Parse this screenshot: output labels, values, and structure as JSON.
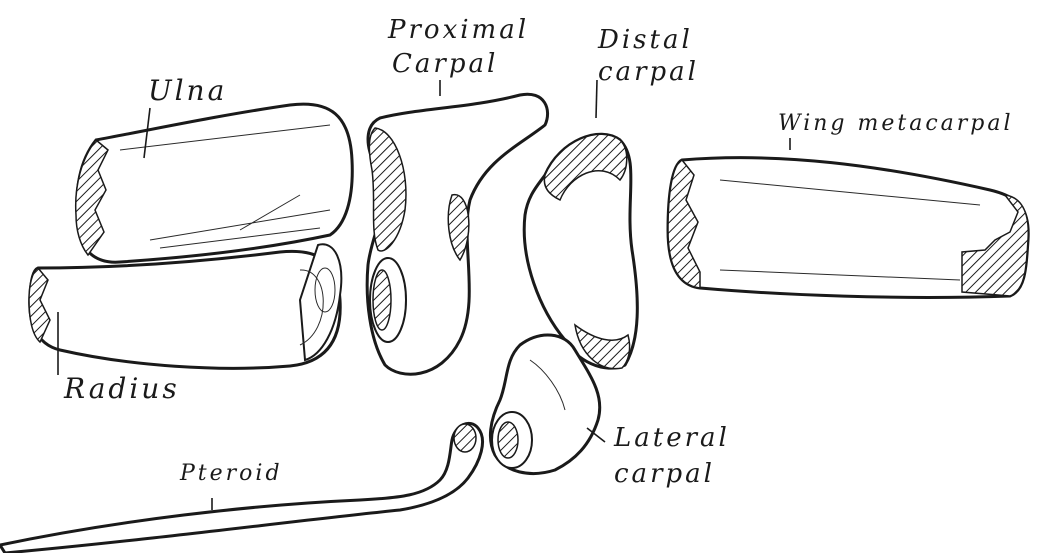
{
  "labels": {
    "ulna": "Ulna",
    "radius": "Radius",
    "proximal_carpal_line1": "Proximal",
    "proximal_carpal_line2": "Carpal",
    "distal_carpal_line1": "Distal",
    "distal_carpal_line2": "carpal",
    "wing_metacarpal": "Wing metacarpal",
    "lateral_carpal_line1": "Lateral",
    "lateral_carpal_line2": "carpal",
    "pteroid": "Pteroid"
  },
  "colors": {
    "ink": "#1a1a1a",
    "paper": "#ffffff"
  }
}
